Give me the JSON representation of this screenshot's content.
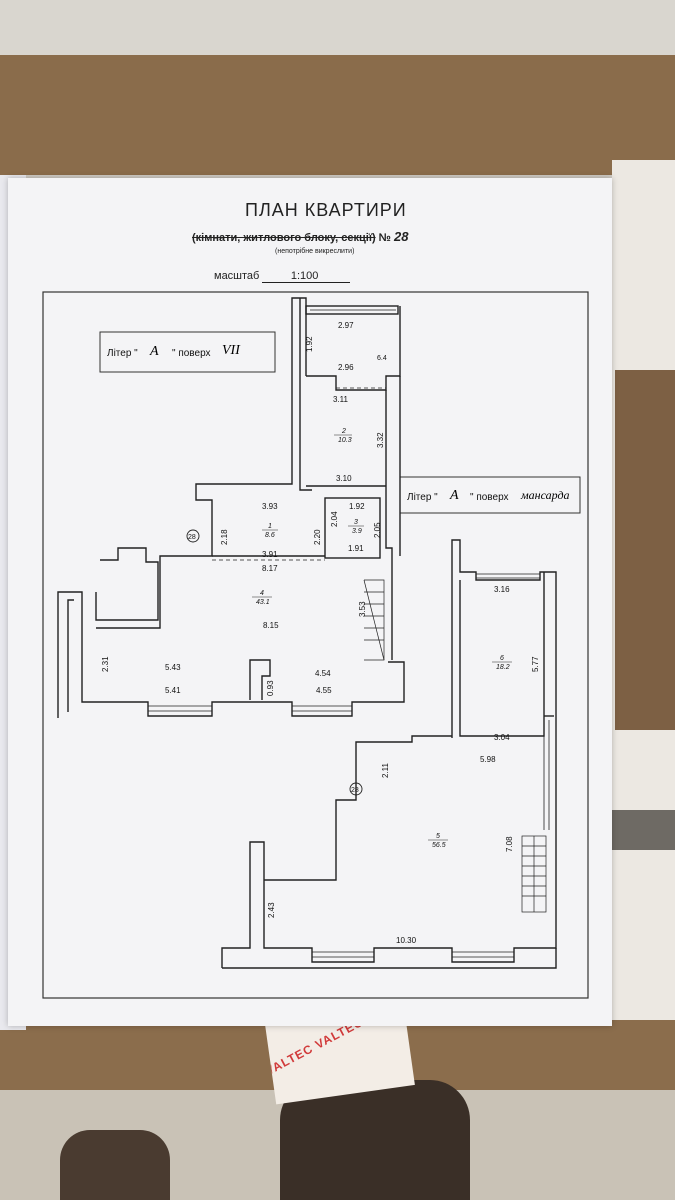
{
  "header": {
    "title": "ПЛАН КВАРТИРИ",
    "subtitle_struck": "(кімнати, житлового блоку, секції)",
    "number_label": "№",
    "number_value": "28",
    "note": "(непотрібне викреслити)",
    "scale_label": "масштаб",
    "scale_value": "1:100"
  },
  "labels": {
    "floor7": {
      "liter_label": "Літер \"",
      "liter_value": "А",
      "floor_label": "\" поверх",
      "floor_value": "VII"
    },
    "attic": {
      "liter_label": "Літер \"",
      "liter_value": "А",
      "floor_label": "\" поверх",
      "floor_value": "мансарда"
    }
  },
  "apartment_marker": "28",
  "rooms": [
    {
      "num": "1",
      "area": "8.6"
    },
    {
      "num": "2",
      "area": "10.3"
    },
    {
      "num": "3",
      "area": "3.9"
    },
    {
      "num": "4",
      "area": "43.1"
    },
    {
      "num": "5",
      "area": "56.5"
    },
    {
      "num": "6",
      "area": "18.2"
    }
  ],
  "dimensions_floor7": [
    "2.97",
    "1.92",
    "2.96",
    "6.4",
    "3.11",
    "3.32",
    "3.10",
    "3.93",
    "1.92",
    "2.04",
    "2.20",
    "2.05",
    "2.18",
    "3.91",
    "1.91",
    "8.17",
    "3.53",
    "8.15",
    "2.31",
    "5.43",
    "4.54",
    "0.93",
    "5.41",
    "4.55"
  ],
  "dimensions_attic": [
    "3.16",
    "5.77",
    "3.04",
    "5.98",
    "2.11",
    "7.08",
    "2.43",
    "10.30"
  ],
  "sticker_text": "VALTEC  VALTEC  VALTEC"
}
